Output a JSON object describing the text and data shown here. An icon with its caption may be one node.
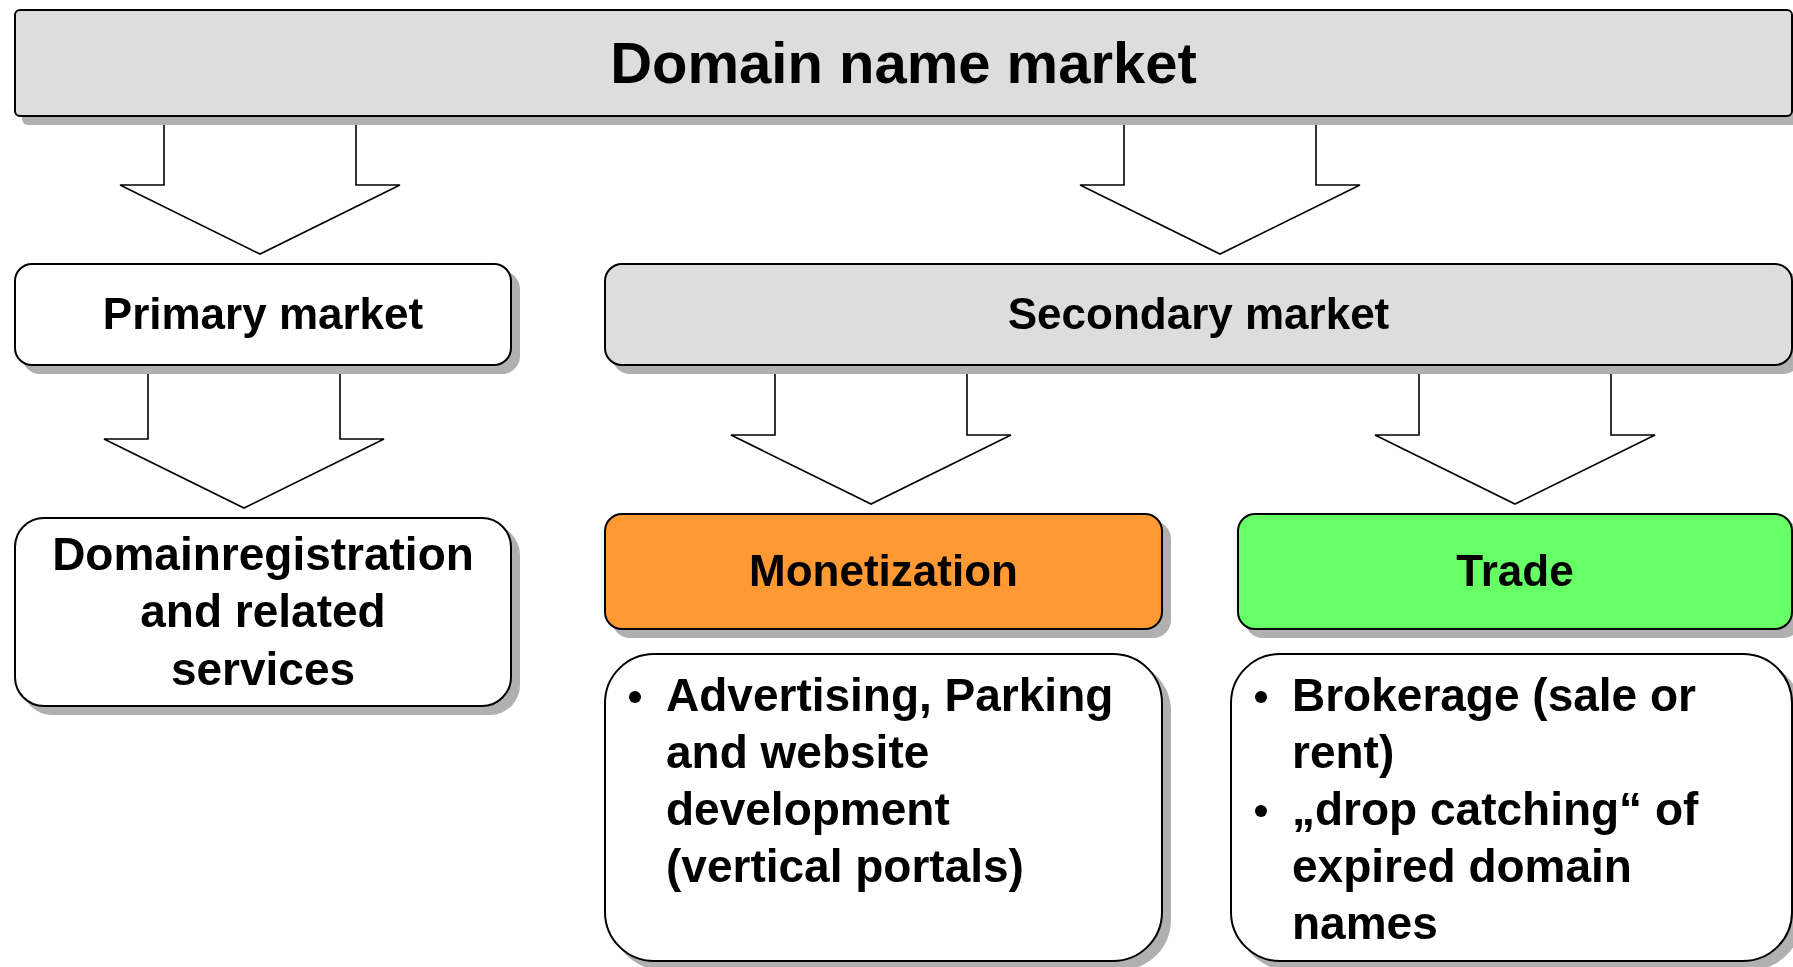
{
  "diagram": {
    "nodes": [
      {
        "text": [
          "Domain name market"
        ]
      },
      {
        "text": [
          "Primary market"
        ]
      },
      {
        "text": [
          "Secondary market"
        ]
      },
      {
        "text": [
          "Domainregistration and related services"
        ]
      },
      {
        "text": [
          "Monetization"
        ]
      },
      {
        "text": [
          "Trade"
        ]
      },
      {
        "text": [
          "Advertising, Parking and website development (vertical portals)"
        ]
      },
      {
        "text": [
          "Brokerage (sale or rent)",
          "„drop catching“ of expired domain names"
        ]
      }
    ],
    "edges": [
      {
        "from": 0,
        "to": 1,
        "arrow": "to"
      },
      {
        "from": 0,
        "to": 2,
        "arrow": "to"
      },
      {
        "from": 1,
        "to": 3,
        "arrow": "to"
      },
      {
        "from": 2,
        "to": 4,
        "arrow": "to"
      },
      {
        "from": 2,
        "to": 5,
        "arrow": "to"
      }
    ]
  }
}
